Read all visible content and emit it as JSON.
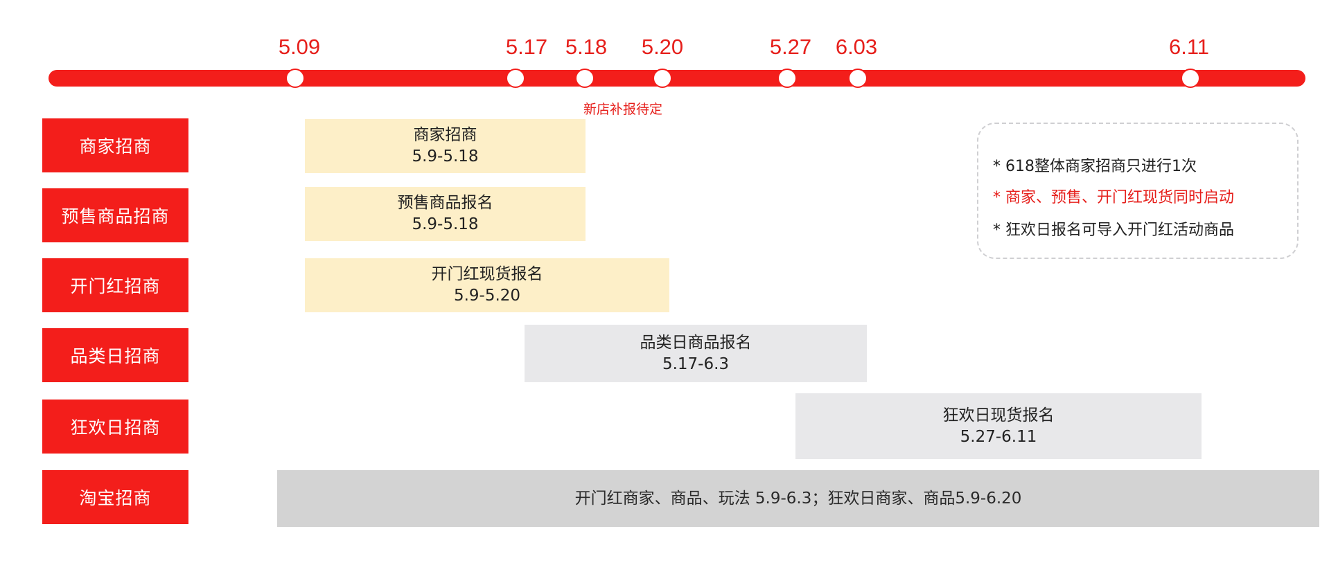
{
  "timeline": {
    "dates": [
      "5.09",
      "5.17",
      "5.18",
      "5.20",
      "5.27",
      "6.03",
      "6.11"
    ],
    "note": "新店补报待定"
  },
  "rows": [
    {
      "label": "商家招商",
      "bar_title": "商家招商",
      "bar_dates": "5.9-5.18"
    },
    {
      "label": "预售商品招商",
      "bar_title": "预售商品报名",
      "bar_dates": "5.9-5.18"
    },
    {
      "label": "开门红招商",
      "bar_title": "开门红现货报名",
      "bar_dates": "5.9-5.20"
    },
    {
      "label": "品类日招商",
      "bar_title": "品类日商品报名",
      "bar_dates": "5.17-6.3"
    },
    {
      "label": "狂欢日招商",
      "bar_title": "狂欢日现货报名",
      "bar_dates": "5.27-6.11"
    },
    {
      "label": "淘宝招商",
      "bar_title": "开门红商家、商品、玩法 5.9-6.3；狂欢日商家、商品5.9-6.20"
    }
  ],
  "notes": [
    "* 618整体商家招商只进行1次",
    "* 商家、预售、开门红现货同时启动",
    "* 狂欢日报名可导入开门红活动商品"
  ],
  "colors": {
    "accent": "#f31e1b",
    "bar_yellow": "#fdefc8",
    "bar_light_gray": "#e8e8ea",
    "bar_gray": "#d3d3d3"
  }
}
